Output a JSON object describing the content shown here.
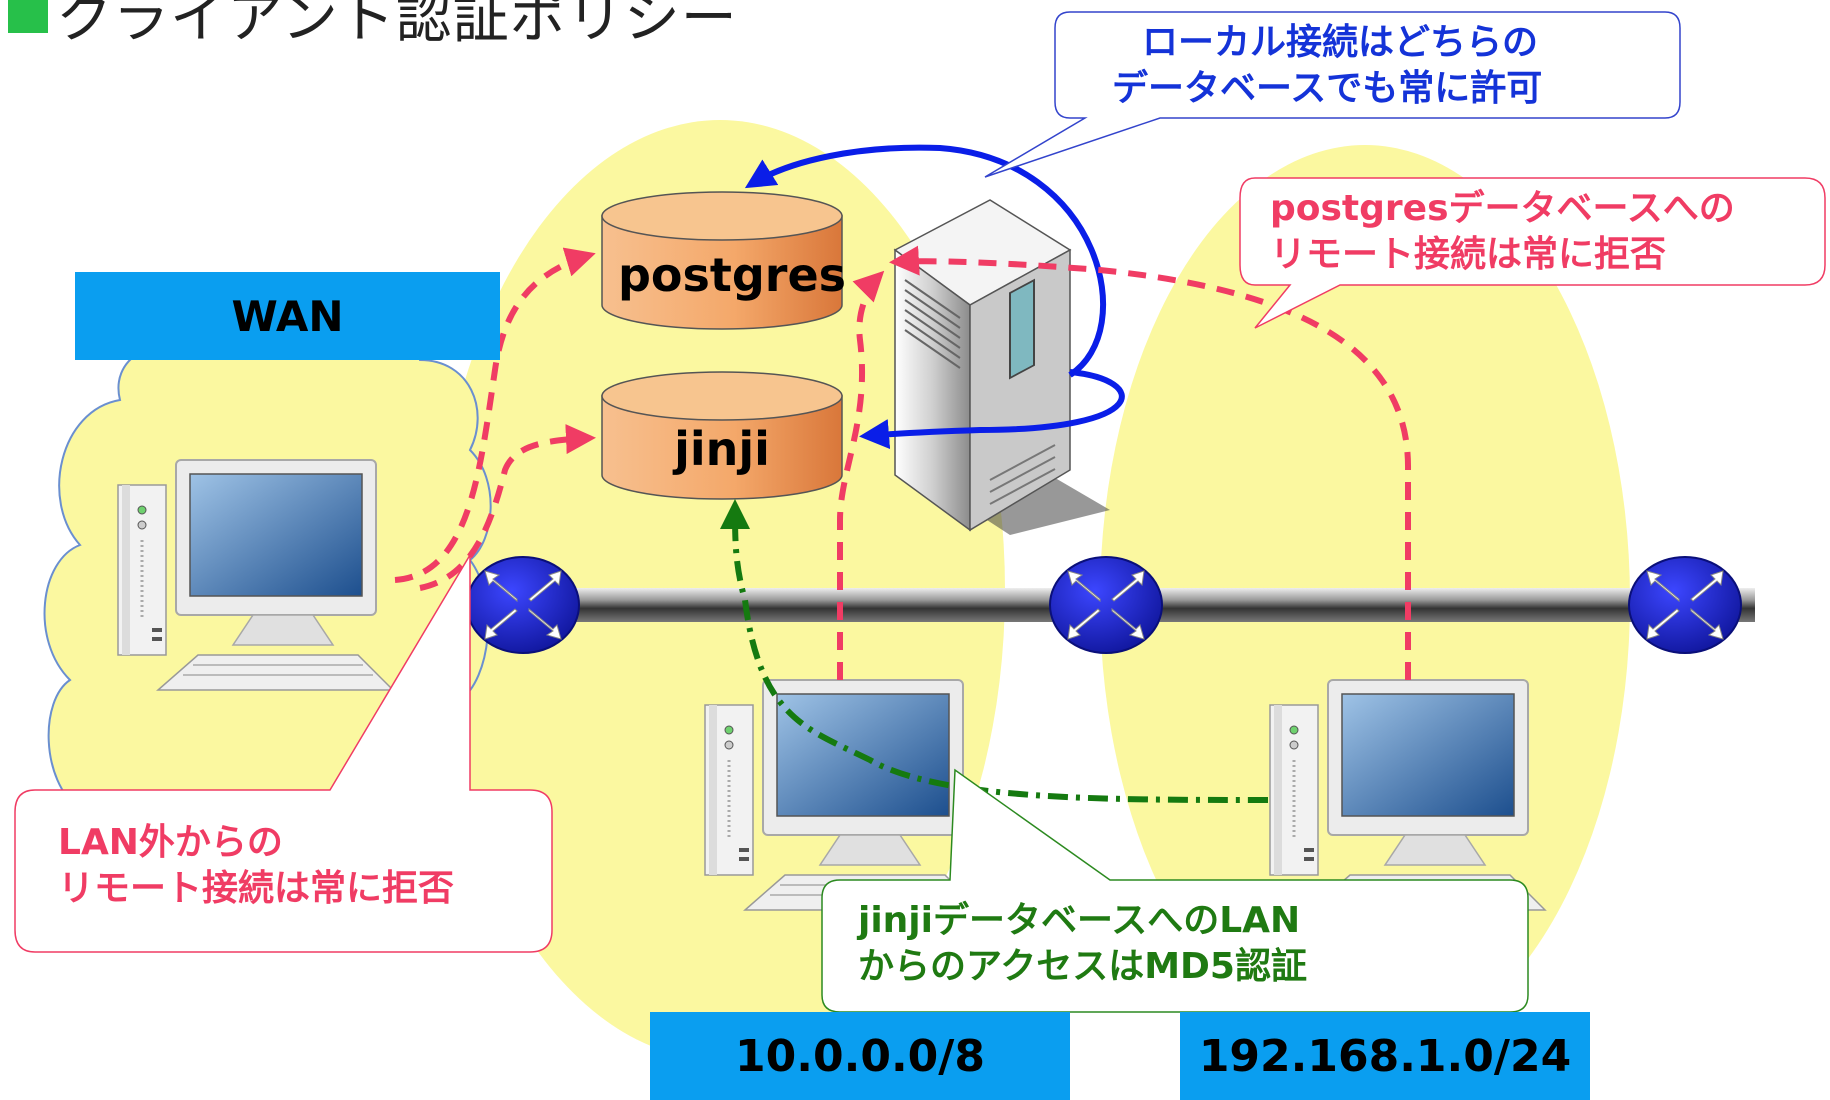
{
  "title": "クライアント認証ポリシー",
  "networks": {
    "wan": "WAN",
    "lan1": "10.0.0.0/8",
    "lan2": "192.168.1.0/24"
  },
  "databases": {
    "postgres": "postgres",
    "jinji": "jinji"
  },
  "callouts": {
    "local": {
      "line1": "ローカル接続はどちらの",
      "line2": "データベースでも常に許可"
    },
    "postgres_remote": {
      "line1": "postgresデータベースへの",
      "line2": "リモート接続は常に拒否"
    },
    "outside_lan": {
      "line1": "LAN外からの",
      "line2": "リモート接続は常に拒否"
    },
    "jinji_lan": {
      "line1": "jinjiデータベースへのLAN",
      "line2": "からのアクセスはMD5認証"
    }
  },
  "colors": {
    "title_square": "#27c04a",
    "label_box": "#0a9ef0",
    "zone_fill": "#fbf8a0",
    "db_fill": "#f4a86a",
    "local_arrow": "#0a1ee8",
    "deny_arrow": "#f03c64",
    "md5_arrow": "#157a10",
    "callout_blue_text": "#1433d8",
    "callout_red_text": "#f03c64",
    "callout_green_text": "#1f7a12",
    "router": "#1a23d8"
  },
  "icons": [
    "server-icon",
    "pc-icon",
    "router-icon",
    "database-icon",
    "cloud-shape"
  ]
}
